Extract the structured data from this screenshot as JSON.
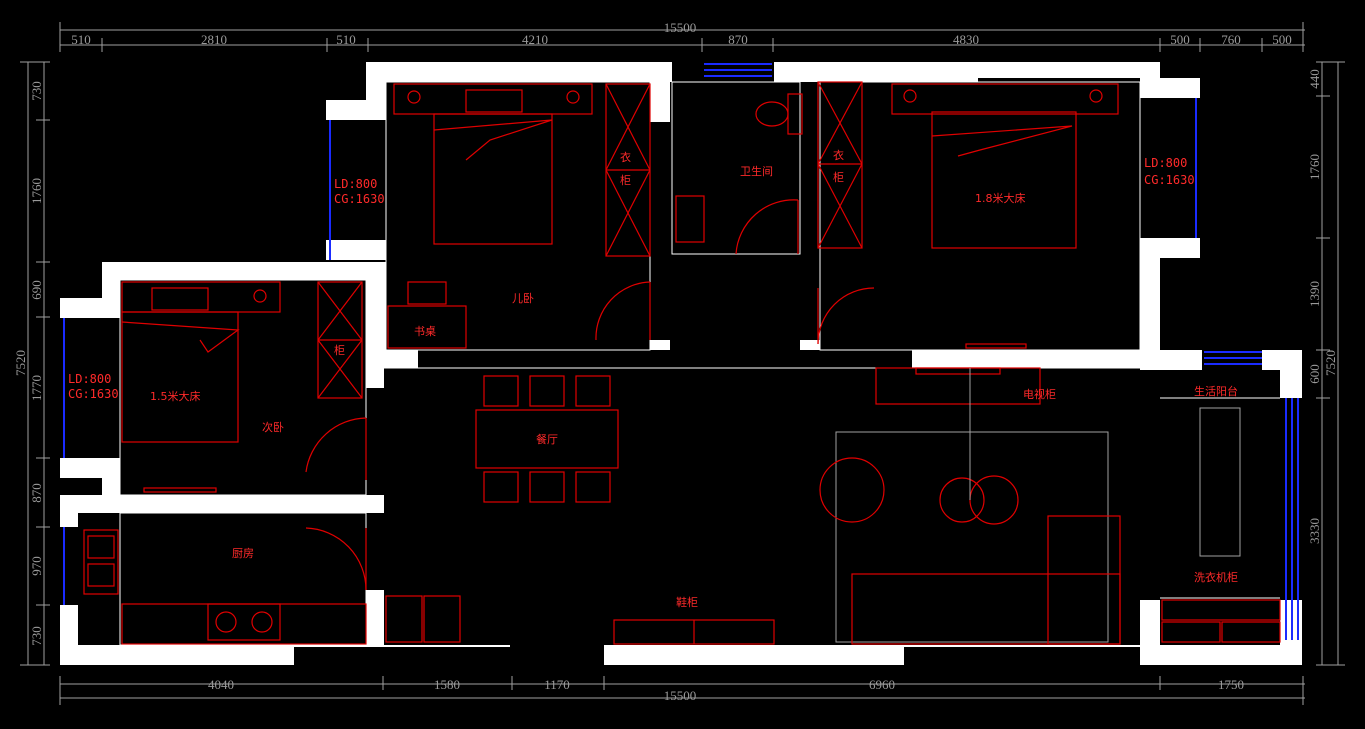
{
  "dimensions": {
    "top_total": "15500",
    "top": [
      "510",
      "2810",
      "510",
      "4210",
      "870",
      "4830",
      "500",
      "760",
      "500"
    ],
    "bottom_total": "15500",
    "bottom": [
      "4040",
      "1580",
      "1170",
      "6960",
      "1750"
    ],
    "left_total": "7520",
    "left": [
      "730",
      "1760",
      "690",
      "1770",
      "870",
      "970",
      "730"
    ],
    "right_total": "7520",
    "right": [
      "440",
      "1760",
      "1390",
      "600",
      "3330"
    ]
  },
  "windows": {
    "w1_ld": "LD:800",
    "w1_cg": "CG:1630",
    "w2_ld": "LD:800",
    "w2_cg": "CG:1630",
    "w3_ld": "LD:800",
    "w3_cg": "CG:1630"
  },
  "rooms": {
    "kids_room": "儿卧",
    "bathroom": "卫生间",
    "master_bed": "1.8米大床",
    "wardrobe_a1": "衣",
    "wardrobe_a2": "柜",
    "wardrobe_b1": "衣",
    "wardrobe_b2": "柜",
    "wardrobe_c": "柜",
    "desk": "书桌",
    "second_bed": "1.5米大床",
    "second_room": "次卧",
    "dining": "餐厅",
    "tv_cabinet": "电视柜",
    "balcony": "生活阳台",
    "kitchen": "厨房",
    "shoe_cabinet": "鞋柜",
    "washer_cabinet": "洗衣机柜"
  }
}
